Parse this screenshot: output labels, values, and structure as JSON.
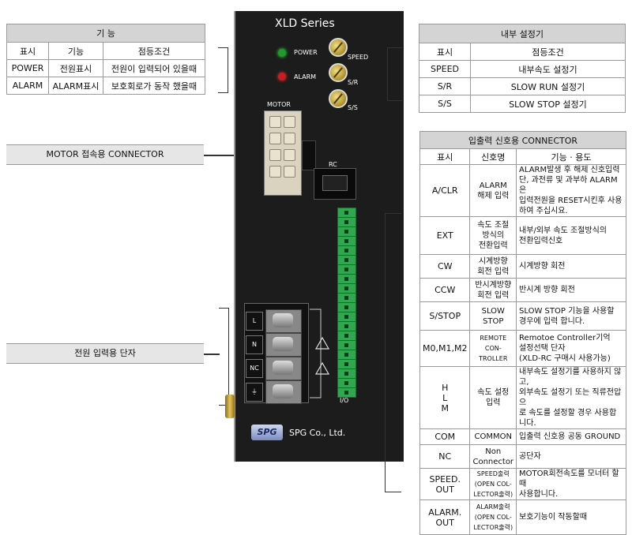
{
  "device": {
    "series": "XLD Series",
    "led_power": "POWER",
    "led_alarm": "ALARM",
    "knob_speed": "SPEED",
    "knob_sr": "S/R",
    "knob_ss": "S/S",
    "motor_label": "MOTOR",
    "rc_label": "RC",
    "io_label": "I/O",
    "terminals": [
      "L",
      "N",
      "NC",
      "⏚"
    ],
    "logo": "SPG",
    "company": "SPG Co., Ltd."
  },
  "function_table": {
    "title": "기 능",
    "headers": [
      "표시",
      "기능",
      "점등조건"
    ],
    "rows": [
      [
        "POWER",
        "전원표시",
        "전원이 입력되어 있을때"
      ],
      [
        "ALARM",
        "ALARM표시",
        "보호회로가 동작 했을때"
      ]
    ]
  },
  "motor_connector_label": "MOTOR 접속용 CONNECTOR",
  "power_terminal_label": "전원 입력용 단자",
  "internal_table": {
    "title": "내부 설정기",
    "headers": [
      "표시",
      "점등조건"
    ],
    "rows": [
      [
        "SPEED",
        "내부속도 설정기"
      ],
      [
        "S/R",
        "SLOW RUN 설정기"
      ],
      [
        "S/S",
        "SLOW STOP 설정기"
      ]
    ]
  },
  "io_table": {
    "title": "입출력 신호용 CONNECTOR",
    "headers": [
      "표시",
      "신호명",
      "기능 · 용도"
    ],
    "rows": [
      [
        "A/CLR",
        "ALARM\n해제 입력",
        "ALARM발생 후 해제 신호입력\n단, 과전류 및 과부하 ALARM은\n입력전원을 RESET시킨후 사용\n하여 주십시요."
      ],
      [
        "EXT",
        "속도 조절\n방식의\n전환입력",
        "내부/외부 속도 조절방식의\n전환입력신호"
      ],
      [
        "CW",
        "시계방향\n회전 입력",
        "시계방향 회전"
      ],
      [
        "CCW",
        "반시계방향\n회전 입력",
        "반시계 방향 회전"
      ],
      [
        "S/STOP",
        "SLOW\nSTOP",
        "SLOW STOP 기능을 사용할\n경우에 입력 합니다."
      ],
      [
        "M0,M1,M2",
        "REMOTE\nCON-\nTROLLER",
        "Remotoe Controller기억\n설정선택 단자\n(XLD-RC 구매시 사용가능)"
      ],
      [
        "H\nL\nM",
        "속도 설정\n입력",
        "내부속도 설정기를 사용하지 않고,\n외부속도 설정기 또는 직류전압으\n로 속도를 설정할 경우 사용합니다."
      ],
      [
        "COM",
        "COMMON",
        "입출력 신호용 공동 GROUND"
      ],
      [
        "NC",
        "Non\nConnector",
        "공단자"
      ],
      [
        "SPEED.\nOUT",
        "SPEED출력\n(OPEN COL-\nLECTOR출력)",
        "MOTOR회전속도를 모너터 할 때\n사용합니다."
      ],
      [
        "ALARM.\nOUT",
        "ALARM출력\n(OPEN COL-\nLECTOR출력)",
        "보호기능이 작동할때"
      ]
    ]
  }
}
